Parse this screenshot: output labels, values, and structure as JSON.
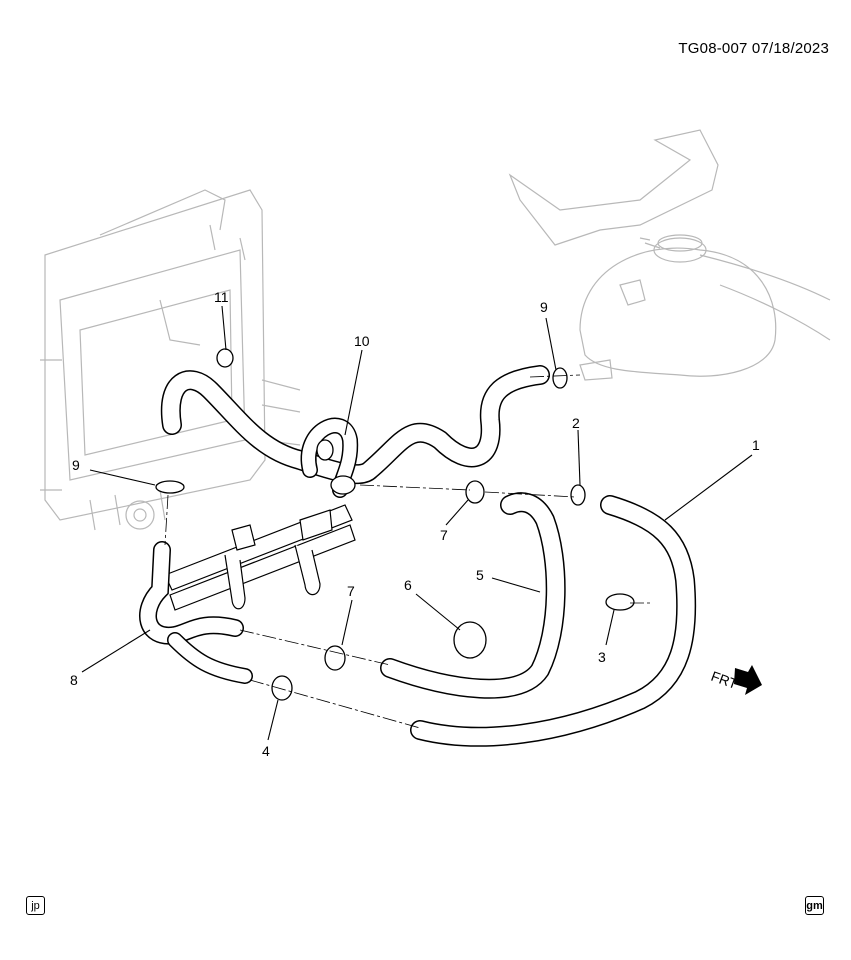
{
  "header": {
    "diagram_code": "TG08-007 07/18/2023"
  },
  "callouts": [
    {
      "id": "c1",
      "label": "1"
    },
    {
      "id": "c2",
      "label": "2"
    },
    {
      "id": "c3",
      "label": "3"
    },
    {
      "id": "c4",
      "label": "4"
    },
    {
      "id": "c5",
      "label": "5"
    },
    {
      "id": "c6",
      "label": "6"
    },
    {
      "id": "c7a",
      "label": "7"
    },
    {
      "id": "c7b",
      "label": "7"
    },
    {
      "id": "c8",
      "label": "8"
    },
    {
      "id": "c9a",
      "label": "9"
    },
    {
      "id": "c9b",
      "label": "9"
    },
    {
      "id": "c10",
      "label": "10"
    },
    {
      "id": "c11",
      "label": "11"
    }
  ],
  "direction_marker": {
    "label": "FRT"
  },
  "badges": {
    "left": "jp",
    "right": "gm"
  }
}
